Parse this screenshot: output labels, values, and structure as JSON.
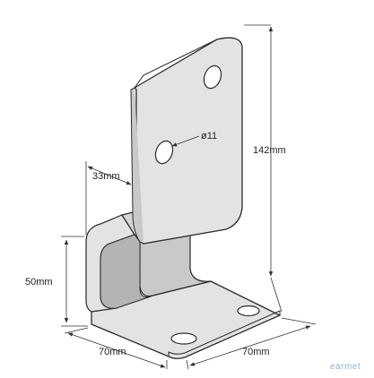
{
  "diagram": {
    "dimensions": {
      "height_total": "142mm",
      "hole_diameter": "ø11",
      "offset": "33mm",
      "base_height": "50mm",
      "depth_left": "70mm",
      "width_right": "70mm"
    },
    "watermark": "earmet"
  },
  "colors": {
    "plate_fill": "#e3e3e3",
    "plate_shade": "#c9c9c9",
    "plate_dark": "#b4b4b4",
    "outline": "#2a2a2a",
    "dimension_line": "#333333",
    "watermark": "#8fb3d6"
  }
}
